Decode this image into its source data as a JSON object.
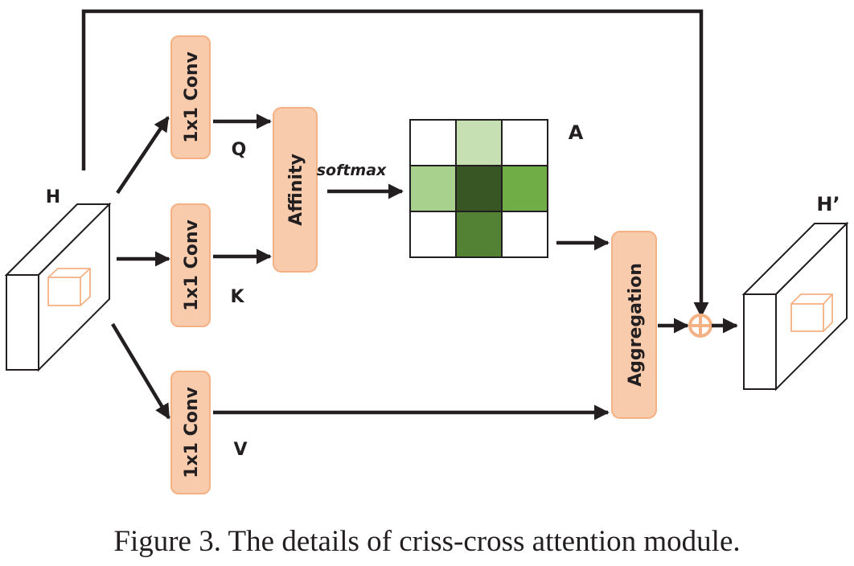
{
  "figure": {
    "caption": "Figure 3. The details of criss-cross attention module."
  },
  "inputs": {
    "input_label": "H",
    "output_label": "H’"
  },
  "blocks": {
    "conv_q": "1x1 Conv",
    "conv_k": "1x1 Conv",
    "conv_v": "1x1 Conv",
    "affinity": "Affinity",
    "aggregation": "Aggregation"
  },
  "variables": {
    "q": "Q",
    "k": "K",
    "v": "V",
    "attention_map": "A"
  },
  "operations": {
    "softmax": "softmax",
    "sum_icon": "circled-plus"
  },
  "attention_grid": {
    "rows": 3,
    "cols": 3,
    "cell_colors": [
      [
        "#ffffff",
        "#c6e0b4",
        "#ffffff"
      ],
      [
        "#a9d18e",
        "#375623",
        "#70ad47"
      ],
      [
        "#ffffff",
        "#548235",
        "#ffffff"
      ]
    ]
  },
  "colors": {
    "block_fill": "#f8cbad",
    "block_stroke": "#f4b183",
    "cube_stroke": "#f4b183",
    "line": "#231f20",
    "sum_stroke": "#f4b183"
  }
}
